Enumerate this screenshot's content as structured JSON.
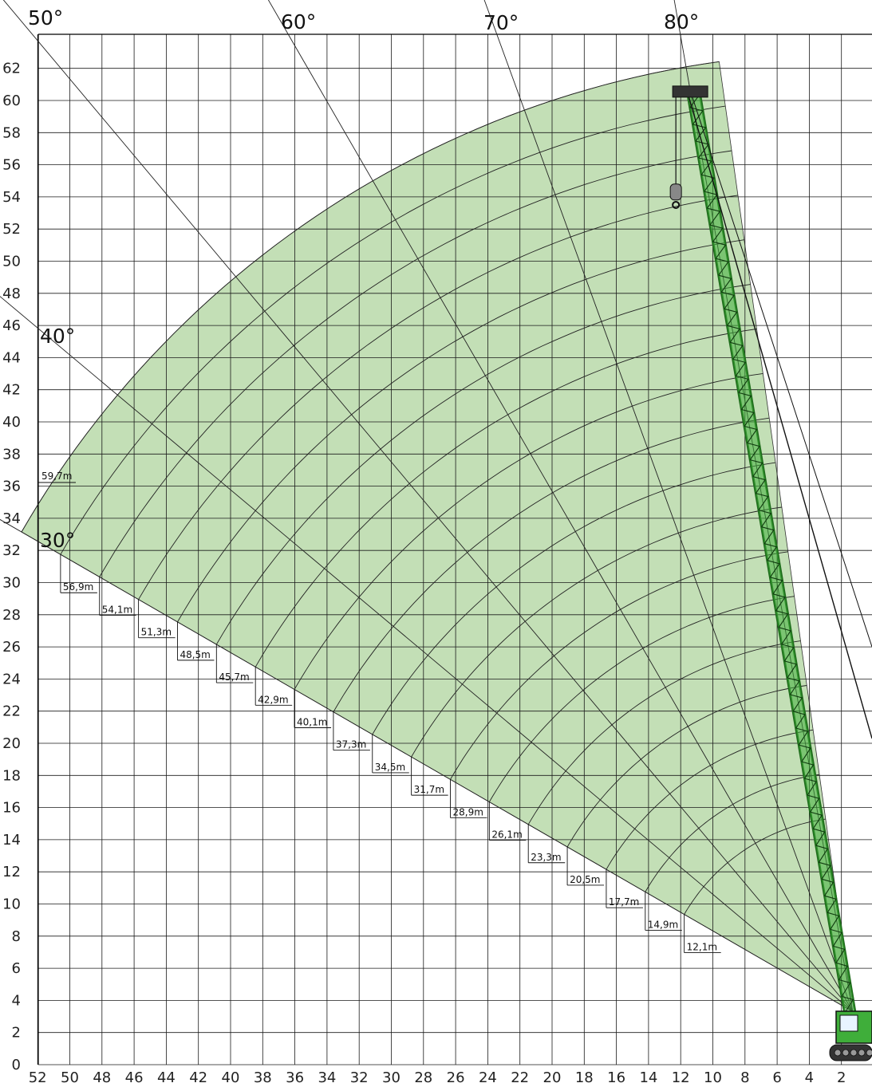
{
  "chart_data": {
    "type": "range-diagram",
    "x_ticks": [
      52,
      50,
      48,
      46,
      44,
      42,
      40,
      38,
      36,
      34,
      32,
      30,
      28,
      26,
      24,
      22,
      20,
      18,
      16,
      14,
      12,
      10,
      8,
      6,
      4,
      2
    ],
    "y_ticks": [
      0,
      2,
      4,
      6,
      8,
      10,
      12,
      14,
      16,
      18,
      20,
      22,
      24,
      26,
      28,
      30,
      32,
      34,
      36,
      38,
      40,
      42,
      44,
      46,
      48,
      50,
      52,
      54,
      56,
      58,
      60,
      62
    ],
    "angle_labels": [
      "50°",
      "60°",
      "70°",
      "80°",
      "40°",
      "30°"
    ],
    "angles_deg": [
      30,
      40,
      50,
      60,
      70,
      80
    ],
    "boom_lengths": [
      "59,7m",
      "56,9m",
      "54,1m",
      "51,3m",
      "48,5m",
      "45,7m",
      "42,9m",
      "40,1m",
      "37,3m",
      "34,5m",
      "31,7m",
      "28,9m",
      "26,1m",
      "23,3m",
      "20,5m",
      "17,7m",
      "14,9m",
      "12,1m"
    ],
    "boom_length_values": [
      59.7,
      56.9,
      54.1,
      51.3,
      48.5,
      45.7,
      42.9,
      40.1,
      37.3,
      34.5,
      31.7,
      28.9,
      26.1,
      23.3,
      20.5,
      17.7,
      14.9,
      12.1
    ],
    "pivot": {
      "radius": 1.3,
      "height": 3.3
    },
    "colors": {
      "envelope": "#c3dfb6",
      "crane": "#3fae3a",
      "grid": "#1a1a1a"
    }
  }
}
